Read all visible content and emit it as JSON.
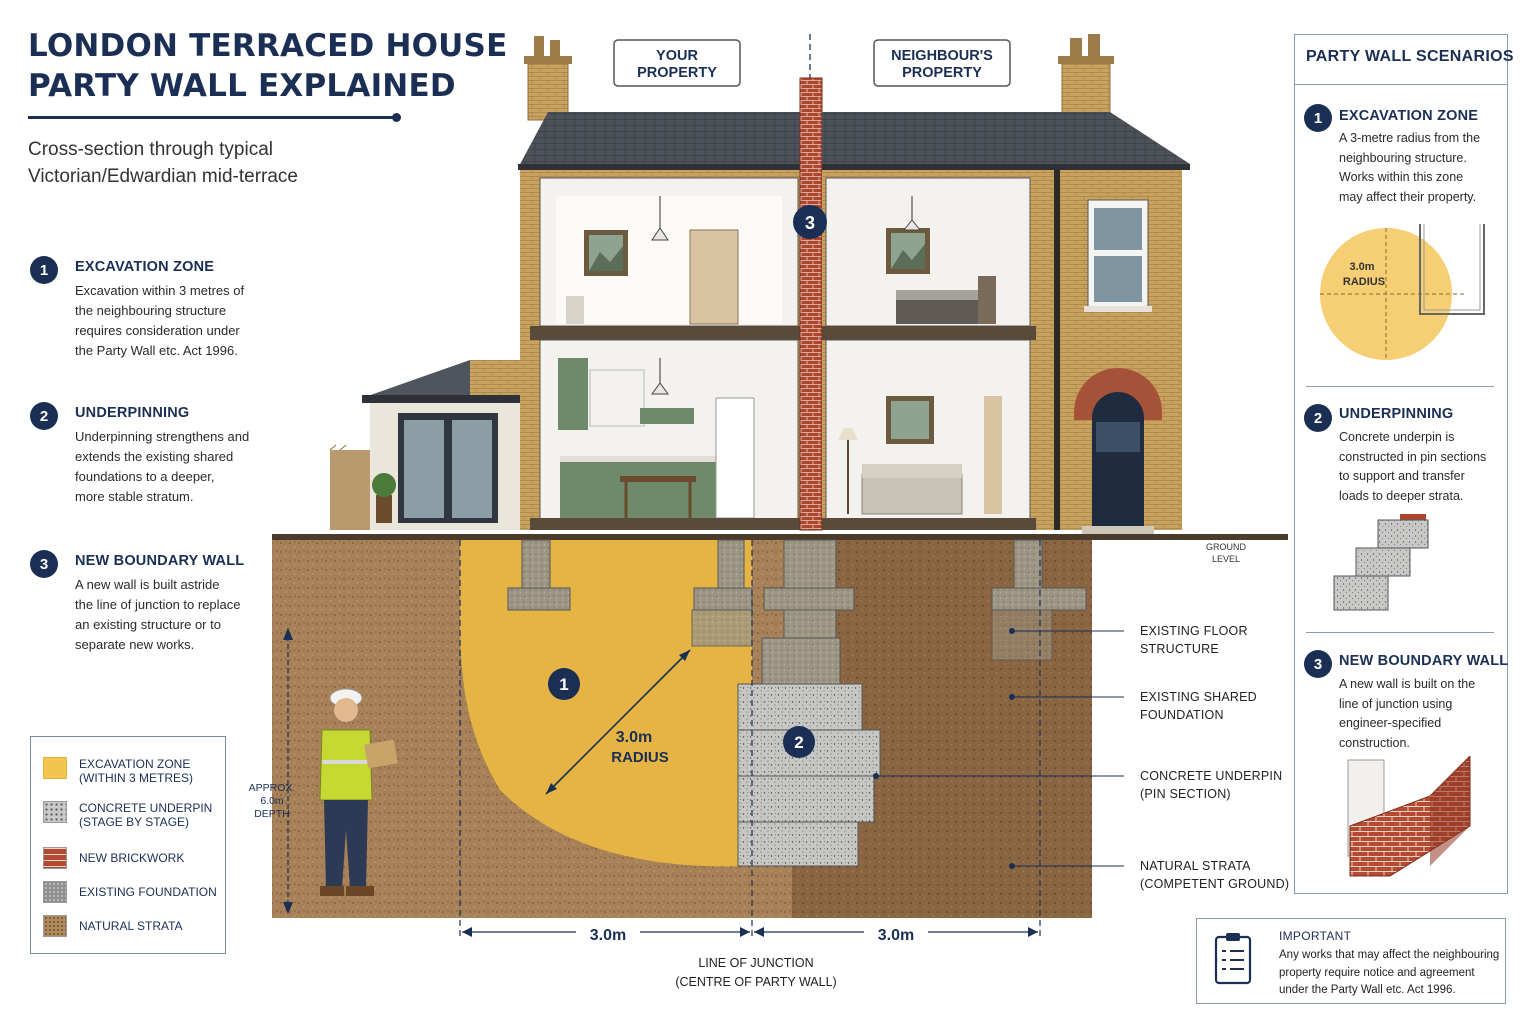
{
  "title": {
    "line1": "LONDON TERRACED HOUSE",
    "line2": "PARTY WALL EXPLAINED",
    "subtitle_line1": "Cross-section through typical",
    "subtitle_line2": "Victorian/Edwardian mid-terrace"
  },
  "left_list": [
    {
      "num": "1",
      "title": "EXCAVATION ZONE",
      "lines": [
        "Excavation within 3 metres of",
        "the neighbouring structure",
        "requires consideration under",
        "the Party Wall etc. Act 1996."
      ]
    },
    {
      "num": "2",
      "title": "UNDERPINNING",
      "lines": [
        "Underpinning strengthens and",
        "extends the existing shared",
        "foundations to a deeper,",
        "more stable stratum."
      ]
    },
    {
      "num": "3",
      "title": "NEW BOUNDARY WALL",
      "lines": [
        "A new wall is built astride",
        "the line of junction to replace",
        "an existing structure or to",
        "separate new works."
      ]
    }
  ],
  "legend": [
    {
      "line1": "EXCAVATION ZONE",
      "line2": "(WITHIN 3 METRES)",
      "color": "#f0c24e"
    },
    {
      "line1": "CONCRETE UNDERPIN",
      "line2": "(STAGE BY STAGE)",
      "color": "#b9b9b9"
    },
    {
      "line1": "NEW BRICKWORK",
      "line2": "",
      "color": "#b24a32"
    },
    {
      "line1": "EXISTING FOUNDATION",
      "line2": "",
      "color": "#8f8f8f"
    },
    {
      "line1": "NATURAL STRATA",
      "line2": "",
      "color": "#b08b5e"
    }
  ],
  "diagram": {
    "your_property": [
      "YOUR",
      "PROPERTY"
    ],
    "neighbours_property": [
      "NEIGHBOUR'S",
      "PROPERTY"
    ],
    "radius_label": [
      "3.0m",
      "RADIUS"
    ],
    "dim_left": "3.0m",
    "dim_right": "3.0m",
    "depth_label": [
      "APPROX.",
      "6.0m",
      "DEPTH"
    ],
    "junction_label": [
      "LINE OF JUNCTION",
      "(CENTRE OF PARTY WALL)"
    ],
    "markers": [
      "1",
      "2",
      "3"
    ],
    "small_ground_label": [
      "GROUND",
      "LEVEL"
    ],
    "callouts": [
      {
        "line1": "EXISTING FLOOR",
        "line2": "STRUCTURE"
      },
      {
        "line1": "EXISTING SHARED",
        "line2": "FOUNDATION"
      },
      {
        "line1": "CONCRETE UNDERPIN",
        "line2": "(PIN SECTION)"
      },
      {
        "line1": "NATURAL STRATA",
        "line2": "(COMPETENT GROUND)"
      }
    ]
  },
  "panel": {
    "title": "PARTY WALL SCENARIOS",
    "items": [
      {
        "num": "1",
        "title": "EXCAVATION ZONE",
        "lines": [
          "A 3-metre radius from the",
          "neighbouring structure.",
          "Works within this zone",
          "may affect their property."
        ]
      },
      {
        "num": "2",
        "title": "UNDERPINNING",
        "lines": [
          "Concrete underpin is",
          "constructed in pin sections",
          "to support and transfer",
          "loads to deeper strata."
        ]
      },
      {
        "num": "3",
        "title": "NEW BOUNDARY WALL",
        "lines": [
          "A new wall is built on the",
          "line of junction using",
          "engineer-specified",
          "construction."
        ]
      }
    ],
    "mini_radius": [
      "3.0m",
      "RADIUS"
    ]
  },
  "important": {
    "title": "IMPORTANT",
    "lines": [
      "Any works that may affect the neighbouring",
      "property require notice and agreement",
      "under the Party Wall etc. Act 1996."
    ]
  }
}
